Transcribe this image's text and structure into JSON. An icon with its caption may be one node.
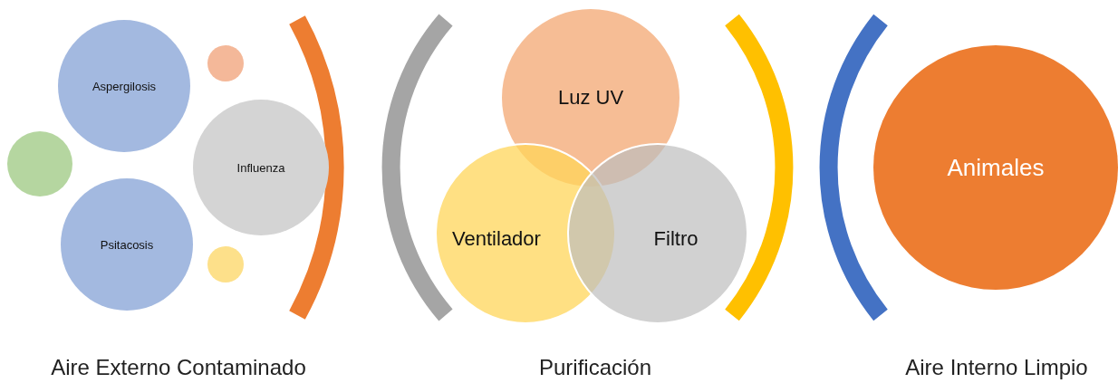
{
  "diagram": {
    "nodes": [
      {
        "text": [
          "Aspergilosis"
        ]
      },
      {
        "text": [],
        "shape": "circle"
      },
      {
        "text": [],
        "shape": "circle"
      },
      {
        "text": [
          "Influenza"
        ]
      },
      {
        "text": [
          "Psitacosis"
        ]
      },
      {
        "text": [],
        "shape": "circle"
      },
      {
        "text": [
          "Luz UV"
        ]
      },
      {
        "text": [
          "Ventilador"
        ]
      },
      {
        "text": [
          "Filtro"
        ]
      },
      {
        "text": [
          "Animales"
        ]
      }
    ],
    "labels": [
      "Aire Externo Contaminado",
      "Purificación",
      "Aire Interno Limpio"
    ]
  }
}
